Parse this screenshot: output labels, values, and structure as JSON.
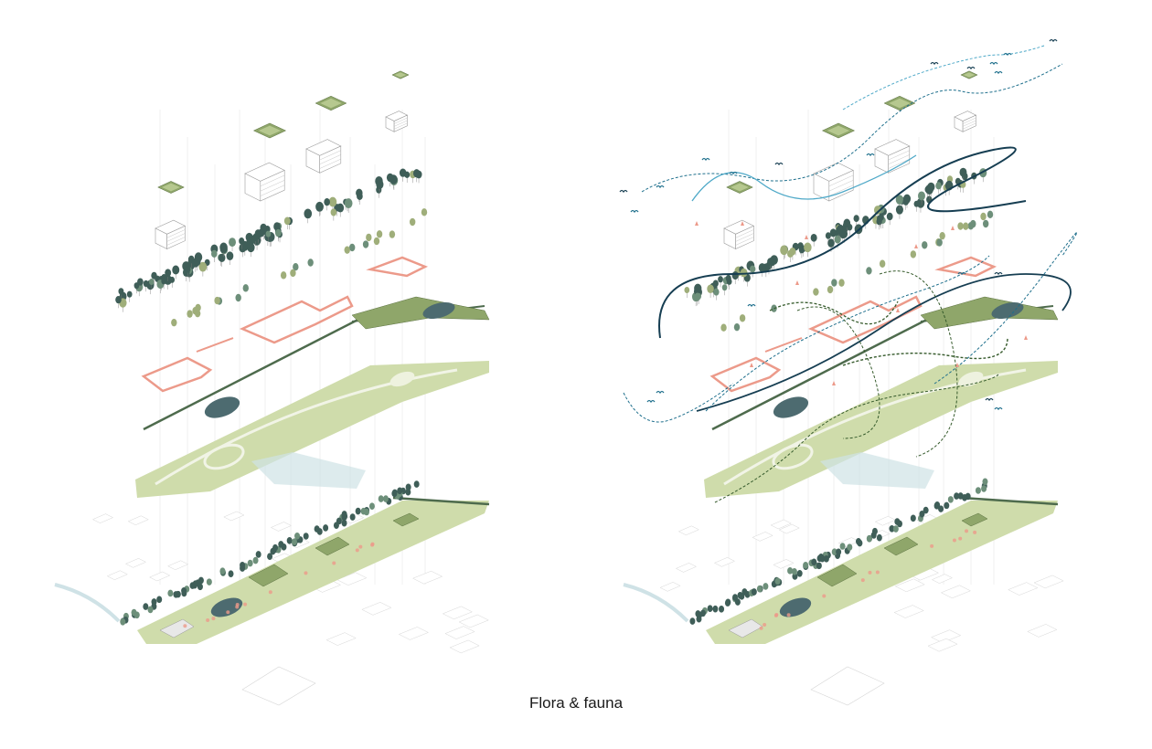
{
  "caption": "Flora & fauna",
  "colors": {
    "park_green": "#cfdcab",
    "park_path": "#f1f4e6",
    "tree_dark": "#3f5e58",
    "tree_mid": "#6d8f7a",
    "tree_olive": "#9fae7a",
    "paving_pink": "#ec9a8a",
    "pond": "#4d6b70",
    "hedge": "#4e6b4d",
    "water_blue": "#cfe2e6",
    "fauna_teal": "#1e6f8c",
    "fauna_navy": "#163e52",
    "fauna_sky": "#4fa9c8",
    "fauna_moss": "#355a2b",
    "ghost_line": "#d8d8d8"
  },
  "panels": [
    {
      "id": "flora",
      "fauna_overlay": false
    },
    {
      "id": "fauna",
      "fauna_overlay": true
    }
  ]
}
